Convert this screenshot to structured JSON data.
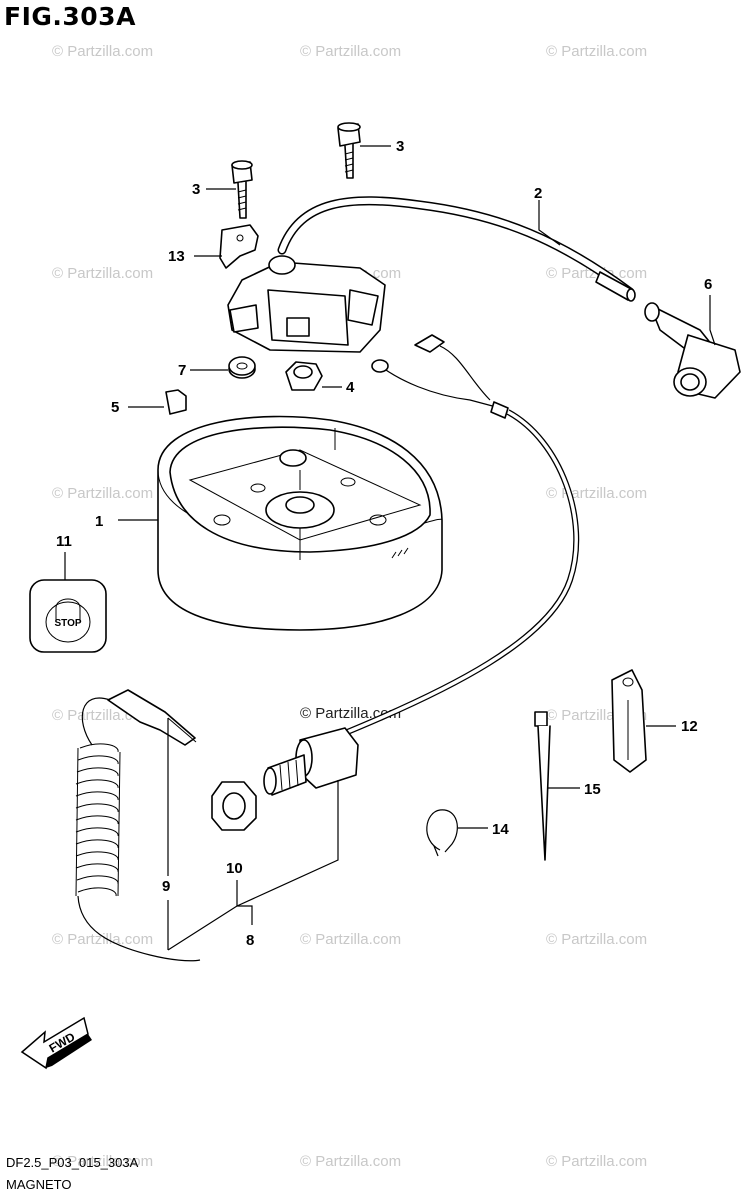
{
  "figure": {
    "title": "FIG.303A",
    "code": "DF2.5_P03_015_303A",
    "name": "MAGNETO"
  },
  "watermark": {
    "text": "© Partzilla.com",
    "center_text": "© Partzilla.com"
  },
  "callouts": [
    {
      "id": "1",
      "label": "1"
    },
    {
      "id": "2",
      "label": "2"
    },
    {
      "id": "3a",
      "label": "3"
    },
    {
      "id": "3b",
      "label": "3"
    },
    {
      "id": "4",
      "label": "4"
    },
    {
      "id": "5",
      "label": "5"
    },
    {
      "id": "6",
      "label": "6"
    },
    {
      "id": "7",
      "label": "7"
    },
    {
      "id": "8",
      "label": "8"
    },
    {
      "id": "9",
      "label": "9"
    },
    {
      "id": "10",
      "label": "10"
    },
    {
      "id": "11",
      "label": "11"
    },
    {
      "id": "12",
      "label": "12"
    },
    {
      "id": "13",
      "label": "13"
    },
    {
      "id": "14",
      "label": "14"
    },
    {
      "id": "15",
      "label": "15"
    }
  ],
  "stop_plate_text": "STOP",
  "fwd_arrow_text": "FWD"
}
